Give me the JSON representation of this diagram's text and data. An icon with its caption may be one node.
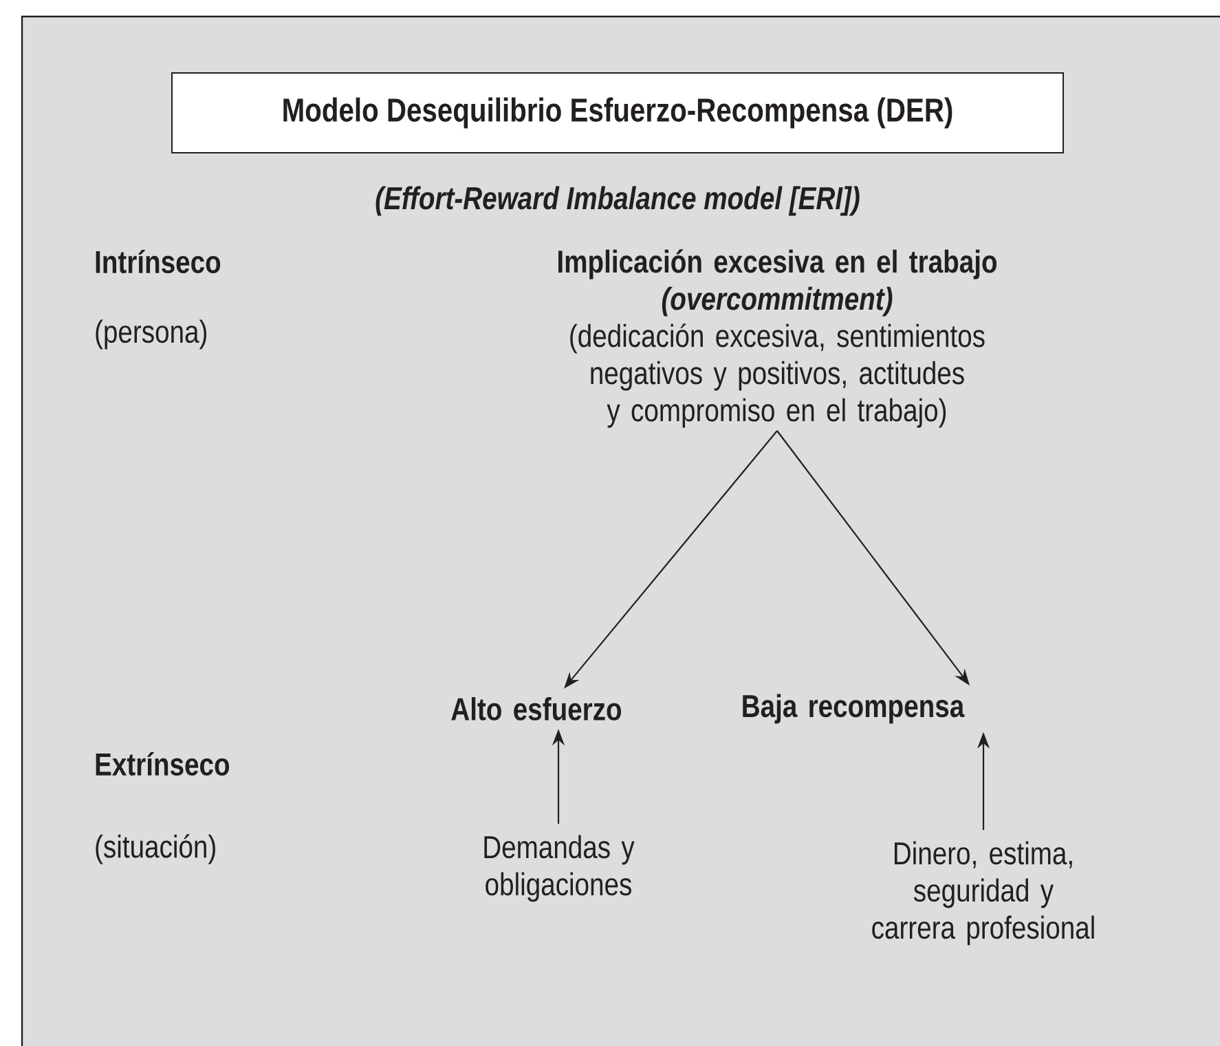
{
  "diagram": {
    "title": "Modelo Desequilibrio Esfuerzo-Recompensa (DER)",
    "nodes": [
      {
        "text": [
          "Implicación excesiva en el trabajo",
          "(overcommitment)",
          "(dedicación excesiva, sentimientos negativos y positivos, actitudes y compromiso en el trabajo)"
        ]
      },
      {
        "text": [
          "Alto esfuerzo"
        ]
      },
      {
        "text": [
          "Baja recompensa"
        ]
      },
      {
        "text": [
          "Demandas y obligaciones"
        ]
      },
      {
        "text": [
          "Dinero, estima, seguridad y carrera profesional"
        ]
      }
    ],
    "edges": [
      {
        "from": 0,
        "to": 1,
        "arrow": "to"
      },
      {
        "from": 0,
        "to": 2,
        "arrow": "to"
      },
      {
        "from": 3,
        "to": 1,
        "arrow": "to"
      },
      {
        "from": 4,
        "to": 2,
        "arrow": "to"
      }
    ],
    "labels": [
      "(Effort-Reward Imbalance model [ERI])",
      "Intrínseco",
      "(persona)",
      "Extrínseco",
      "(situación)"
    ]
  }
}
